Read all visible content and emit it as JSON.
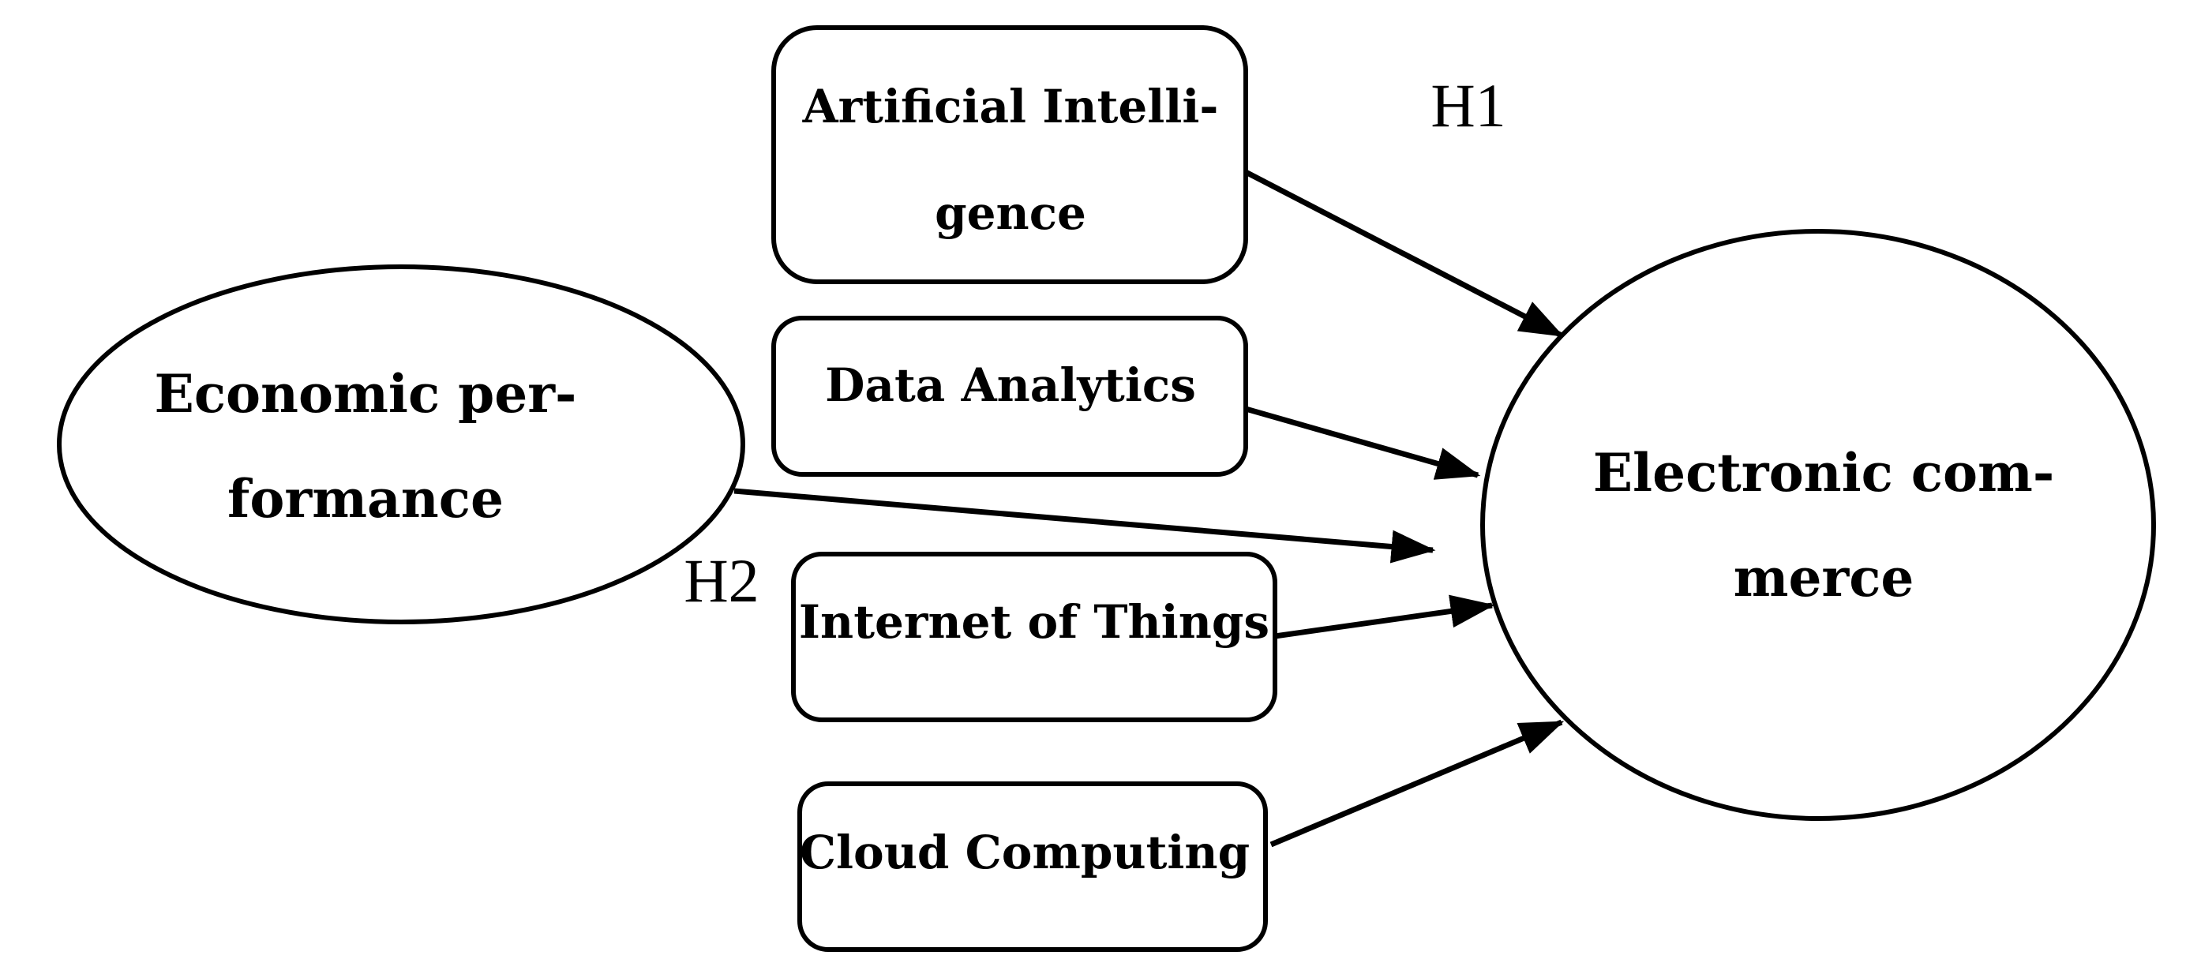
{
  "nodes": {
    "artificial_intelligence": {
      "line1": "Artificial Intelli-",
      "line2": "gence"
    },
    "data_analytics": {
      "line1": "Data Analytics"
    },
    "internet_of_things": {
      "line1": "Internet of Things"
    },
    "cloud_computing": {
      "line1": "Cloud Computing"
    },
    "economic_performance": {
      "line1": "Economic per-",
      "line2": "formance"
    },
    "electronic_commerce": {
      "line1": "Electronic com-",
      "line2": "merce"
    }
  },
  "hypotheses": {
    "h1": "H1",
    "h2": "H2"
  },
  "edges": [
    {
      "from": "artificial_intelligence",
      "to": "electronic_commerce"
    },
    {
      "from": "data_analytics",
      "to": "electronic_commerce"
    },
    {
      "from": "economic_performance",
      "to": "electronic_commerce"
    },
    {
      "from": "internet_of_things",
      "to": "electronic_commerce"
    },
    {
      "from": "cloud_computing",
      "to": "electronic_commerce"
    }
  ]
}
